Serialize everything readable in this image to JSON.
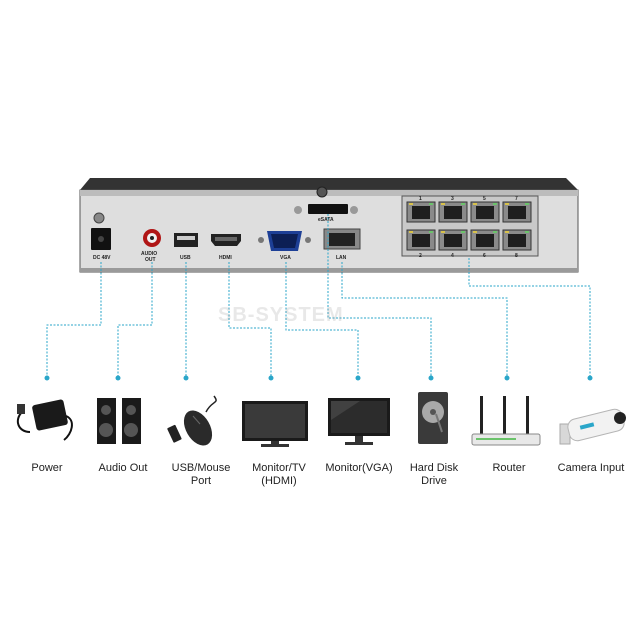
{
  "colors": {
    "connector": "#2aa6c9",
    "chassis_top": "#2b2b2b",
    "panel": "#dcdcdc"
  },
  "device": {
    "ports": {
      "dc": "DC 48V",
      "audio": [
        "AUDIO",
        "OUT"
      ],
      "usb": "USB",
      "hdmi": "HDMI",
      "vga": "VGA",
      "esata": "eSATA",
      "lan": "LAN",
      "poe_top": [
        "1",
        "3",
        "5",
        "7"
      ],
      "poe_bottom": [
        "2",
        "4",
        "6",
        "8"
      ]
    }
  },
  "watermark": "SB-SYSTEM",
  "devices": [
    {
      "id": "power",
      "icon": "power-adapter-icon",
      "label": [
        "Power"
      ]
    },
    {
      "id": "audio",
      "icon": "speakers-icon",
      "label": [
        "Audio Out"
      ]
    },
    {
      "id": "usb",
      "icon": "mouse-icon",
      "label": [
        "USB/Mouse",
        "Port"
      ]
    },
    {
      "id": "hdmi",
      "icon": "monitor-icon",
      "label": [
        "Monitor/TV",
        "(HDMI)"
      ]
    },
    {
      "id": "vga",
      "icon": "monitor-icon",
      "label": [
        "Monitor(VGA)"
      ]
    },
    {
      "id": "hdd",
      "icon": "hard-disk-icon",
      "label": [
        "Hard Disk",
        "Drive"
      ]
    },
    {
      "id": "router",
      "icon": "router-icon",
      "label": [
        "Router"
      ]
    },
    {
      "id": "camera",
      "icon": "camera-icon",
      "label": [
        "Camera Input"
      ]
    }
  ]
}
